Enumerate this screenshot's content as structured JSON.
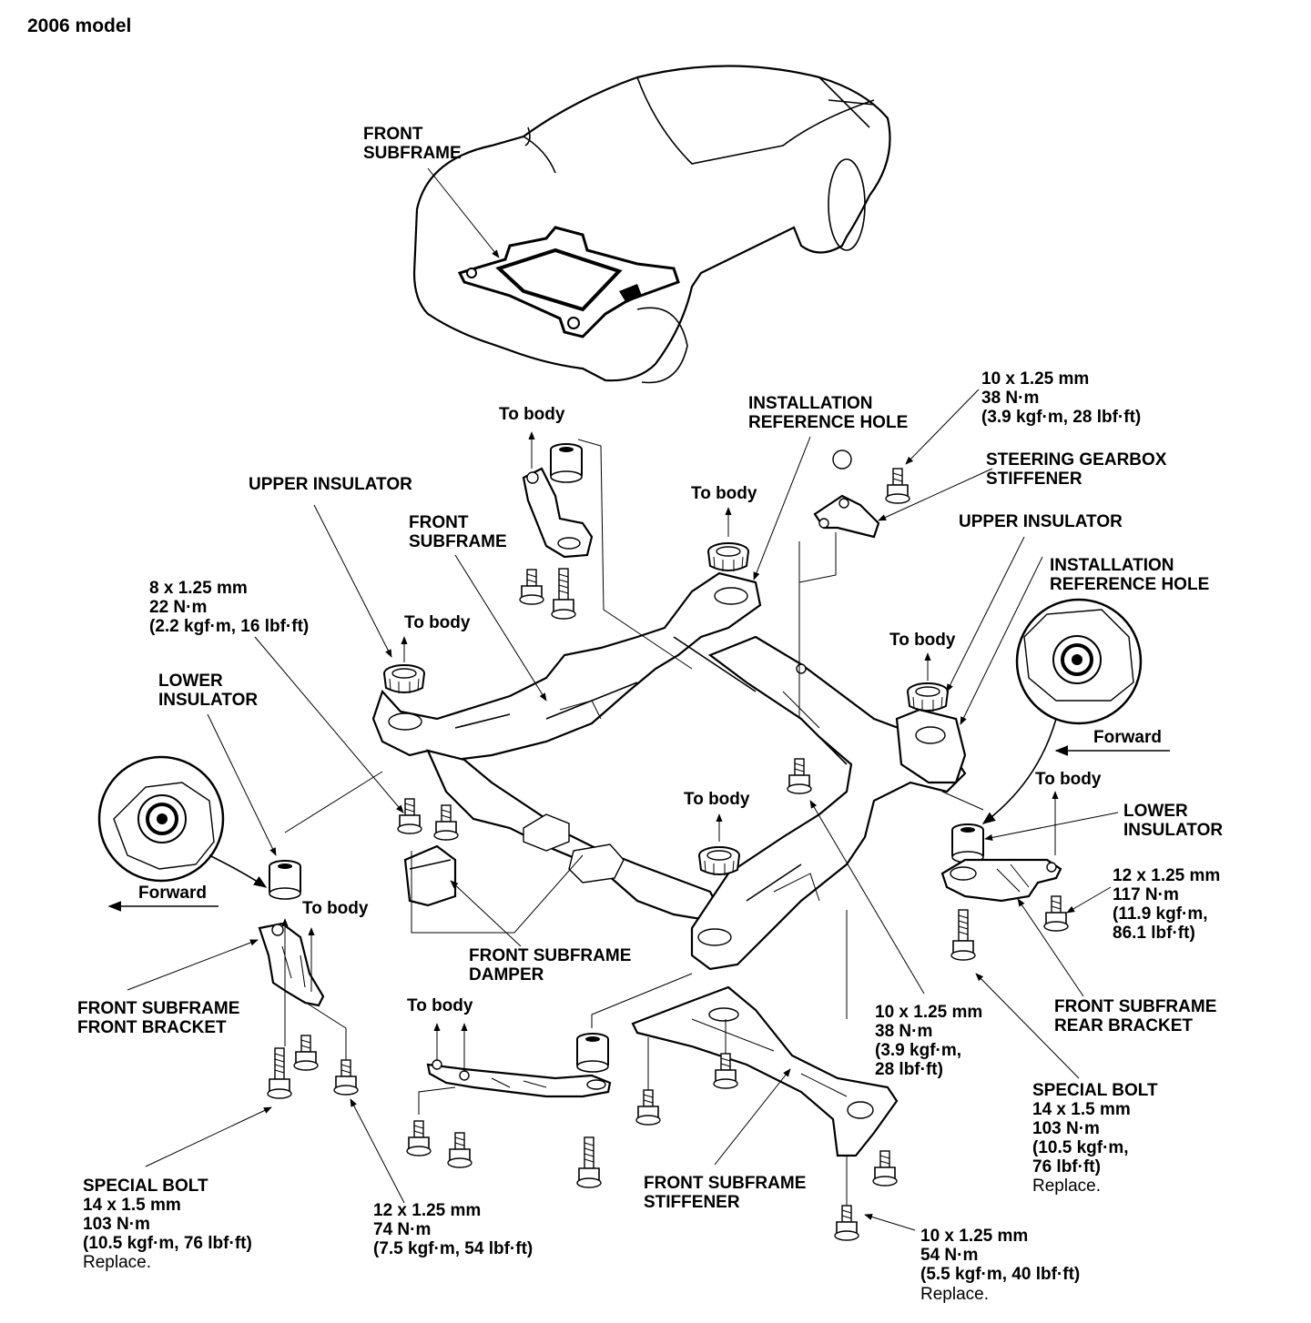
{
  "title": "2006 model",
  "labels": {
    "car_front_subframe": "FRONT\nSUBFRAME",
    "bolt_top_right": "10 x 1.25 mm\n38 N·m\n(3.9 kgf·m, 28 lbf·ft)",
    "install_ref_hole_1": "INSTALLATION\nREFERENCE HOLE",
    "steering_stiffener": "STEERING GEARBOX\nSTIFFENER",
    "to_body_top": "To body",
    "to_body_center": "To body",
    "upper_insulator_left": "UPPER INSULATOR",
    "upper_insulator_right": "UPPER INSULATOR",
    "front_subframe_main": "FRONT\nSUBFRAME",
    "install_ref_hole_2": "INSTALLATION\nREFERENCE HOLE",
    "bolt_8mm": "8 x 1.25 mm\n22 N·m\n(2.2 kgf·m, 16 lbf·ft)",
    "to_body_left_insulator": "To body",
    "to_body_right_insulator": "To body",
    "lower_insulator_left": "LOWER\nINSULATOR",
    "forward_right": "Forward",
    "to_body_rear_bracket": "To body",
    "to_body_mid": "To body",
    "lower_insulator_right": "LOWER\nINSULATOR",
    "forward_left": "Forward",
    "to_body_front_bracket": "To body",
    "bolt_12mm_117": "12 x 1.25 mm\n117 N·m\n(11.9 kgf·m,\n86.1 lbf·ft)",
    "subframe_damper": "FRONT SUBFRAME\nDAMPER",
    "front_bracket": "FRONT SUBFRAME\nFRONT BRACKET",
    "to_body_stiffener": "To body",
    "bolt_10mm_38": "10 x 1.25 mm\n38 N·m\n(3.9 kgf·m,\n28 lbf·ft)",
    "rear_bracket": "FRONT SUBFRAME\nREAR BRACKET",
    "special_bolt_right": "SPECIAL BOLT\n14 x 1.5 mm\n103 N·m\n(10.5 kgf·m,\n76 lbf·ft)",
    "special_bolt_left": "SPECIAL BOLT\n14 x 1.5 mm\n103 N·m\n(10.5 kgf·m, 76 lbf·ft)",
    "bolt_12mm_74": "12 x 1.25 mm\n74 N·m\n(7.5 kgf·m, 54 lbf·ft)",
    "subframe_stiffener": "FRONT SUBFRAME\nSTIFFENER",
    "bolt_10mm_54": "10 x 1.25 mm\n54 N·m\n(5.5 kgf·m, 40 lbf·ft)",
    "replace": "Replace."
  }
}
